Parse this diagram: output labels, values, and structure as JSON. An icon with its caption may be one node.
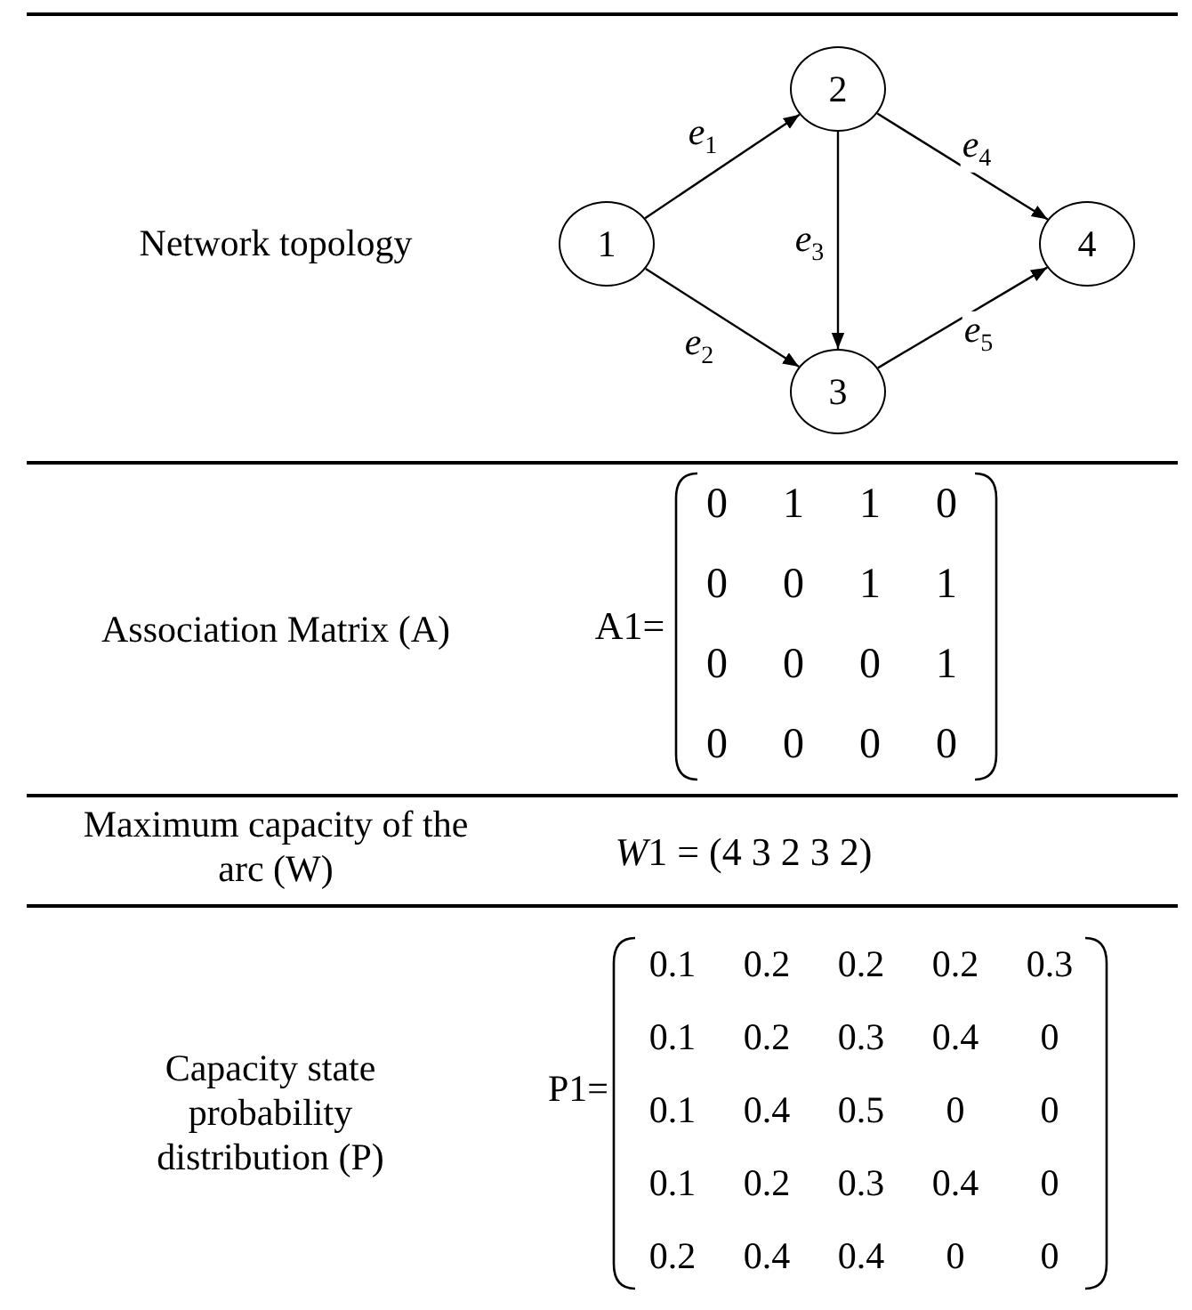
{
  "diagram": {
    "nodes": [
      {
        "text": [
          "1"
        ]
      },
      {
        "text": [
          "2"
        ]
      },
      {
        "text": [
          "3"
        ]
      },
      {
        "text": [
          "4"
        ]
      }
    ],
    "edges": [
      {
        "from": 0,
        "to": 1,
        "arrow": "to",
        "label": "*e*$_{1}$"
      },
      {
        "from": 0,
        "to": 2,
        "arrow": "to",
        "label": "*e*$_{2}$"
      },
      {
        "from": 1,
        "to": 2,
        "arrow": "to",
        "label": "*e*$_{3}$"
      },
      {
        "from": 1,
        "to": 3,
        "arrow": "to",
        "label": "*e*$_{4}$"
      },
      {
        "from": 2,
        "to": 3,
        "arrow": "to",
        "label": "*e*$_{5}$"
      }
    ],
    "labels": [
      "Network topology",
      "Association Matrix (A)",
      "A1=",
      "0",
      "1",
      "1",
      "0",
      "0",
      "0",
      "1",
      "1",
      "0",
      "0",
      "0",
      "1",
      "0",
      "0",
      "0",
      "0",
      "Maximum capacity of the arc (W)",
      "W1 = (4 3 2 3 2)",
      "Capacity state probability distribution (P)",
      "P1=",
      "0.1",
      "0.2",
      "0.2",
      "0.2",
      "0.3",
      "0.1",
      "0.2",
      "0.3",
      "0.4",
      "0",
      "0.1",
      "0.4",
      "0.5",
      "0",
      "0",
      "0.1",
      "0.2",
      "0.3",
      "0.4",
      "0",
      "0.2",
      "0.4",
      "0.4",
      "0",
      "0"
    ]
  }
}
